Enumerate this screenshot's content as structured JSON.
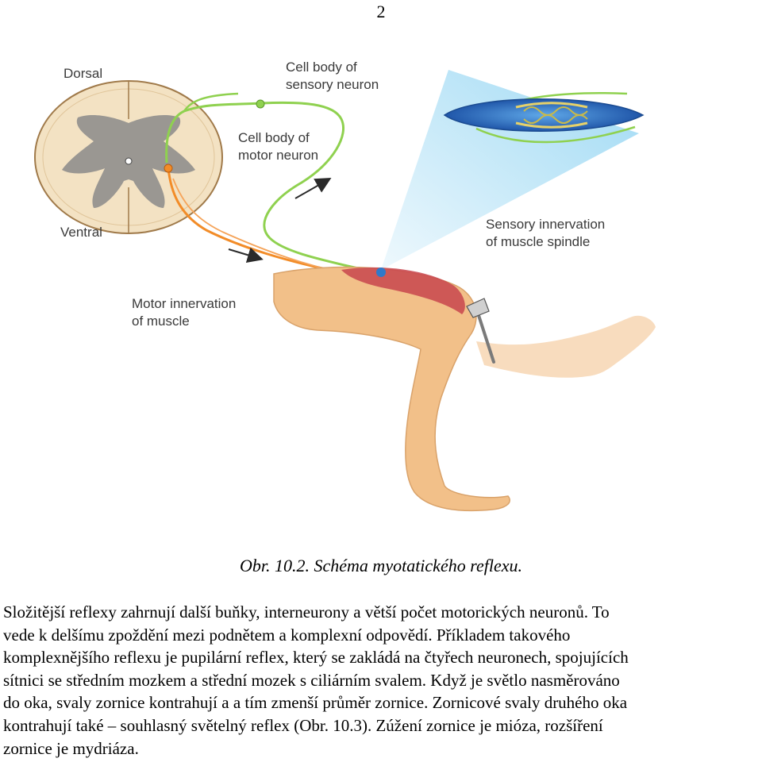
{
  "page": {
    "number": "2"
  },
  "figure": {
    "labels": {
      "dorsal": "Dorsal",
      "ventral": "Ventral",
      "sensory_cell_body": [
        "Cell body of",
        "sensory neuron"
      ],
      "motor_cell_body": [
        "Cell body of",
        "motor neuron"
      ],
      "sensory_innervation": [
        "Sensory innervation",
        "of muscle spindle"
      ],
      "motor_innervation": [
        "Motor innervation",
        "of muscle"
      ]
    },
    "colors": {
      "sensory_neuron": "#8fd14f",
      "motor_neuron": "#f28c28",
      "gray_matter": "#8a8a8a",
      "white_matter": "#f3e2c3",
      "skin": "#f2c089",
      "muscle": "#c8454e",
      "spindle": "#2f79c9",
      "light_beam": "#8ed3f2"
    }
  },
  "caption": "Obr. 10.2. Schéma myotatického reflexu.",
  "body_lines": [
    "Složitější reflexy zahrnují další buňky, interneurony a větší počet motorických neuronů. To",
    "vede k delšímu zpoždění mezi podnětem a komplexní odpovědí. Příkladem takového",
    "komplexnějšího reflexu je pupilární reflex, který se zakládá na čtyřech neuronech, spojujících",
    "sítnici se středním mozkem a střední mozek s ciliárním svalem. Když je světlo nasměrováno",
    "do oka, svaly zornice kontrahují a a tím zmenší průměr zornice. Zornicové svaly druhého oka",
    "kontrahují také – souhlasný světelný reflex (Obr. 10.3). Zúžení zornice je mióza, rozšíření",
    "zornice je mydriáza."
  ]
}
